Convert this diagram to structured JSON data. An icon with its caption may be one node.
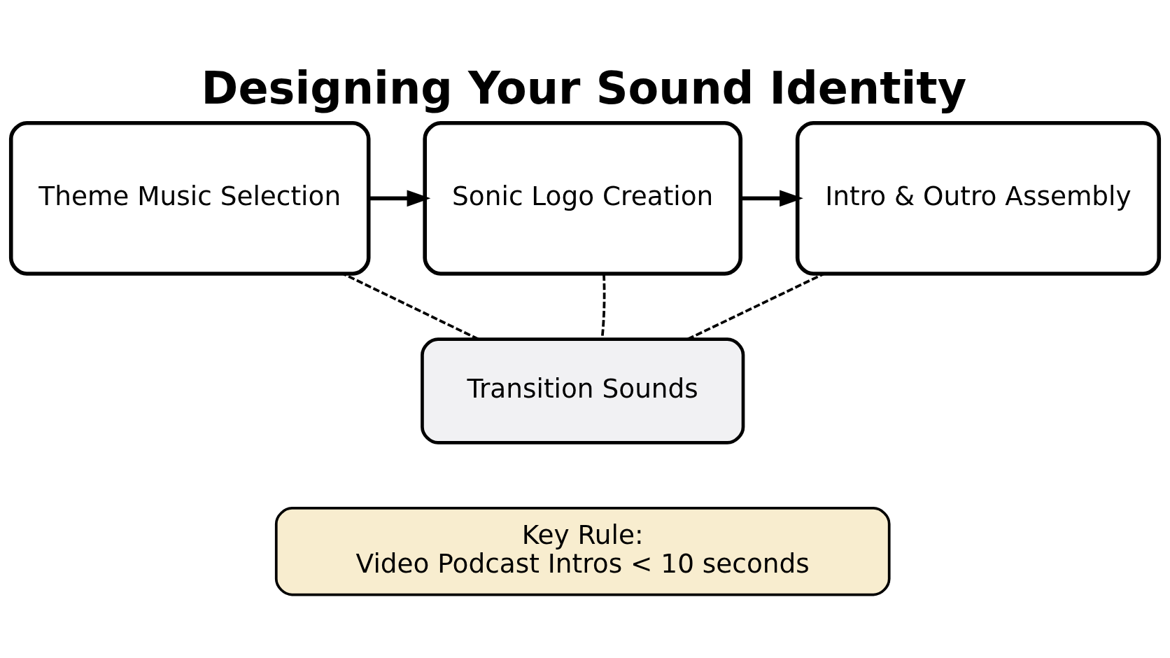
{
  "diagram": {
    "title": "Designing Your Sound Identity",
    "nodes": [
      {
        "text": [
          "Theme Music Selection"
        ]
      },
      {
        "text": [
          "Sonic Logo Creation"
        ]
      },
      {
        "text": [
          "Intro & Outro Assembly"
        ]
      },
      {
        "text": [
          "Transition Sounds"
        ]
      },
      {
        "text": [
          "Key Rule:",
          "Video Podcast Intros < 10 seconds"
        ]
      }
    ],
    "edges": [
      {
        "from": 0,
        "to": 1,
        "arrow": "to"
      },
      {
        "from": 1,
        "to": 2,
        "arrow": "to"
      },
      {
        "from": 1,
        "to": 3,
        "arrow": "none",
        "style": "dashed"
      },
      {
        "from": 3,
        "to": 0,
        "arrow": "none",
        "style": "dashed"
      },
      {
        "from": 3,
        "to": 2,
        "arrow": "none",
        "style": "dashed"
      }
    ]
  }
}
